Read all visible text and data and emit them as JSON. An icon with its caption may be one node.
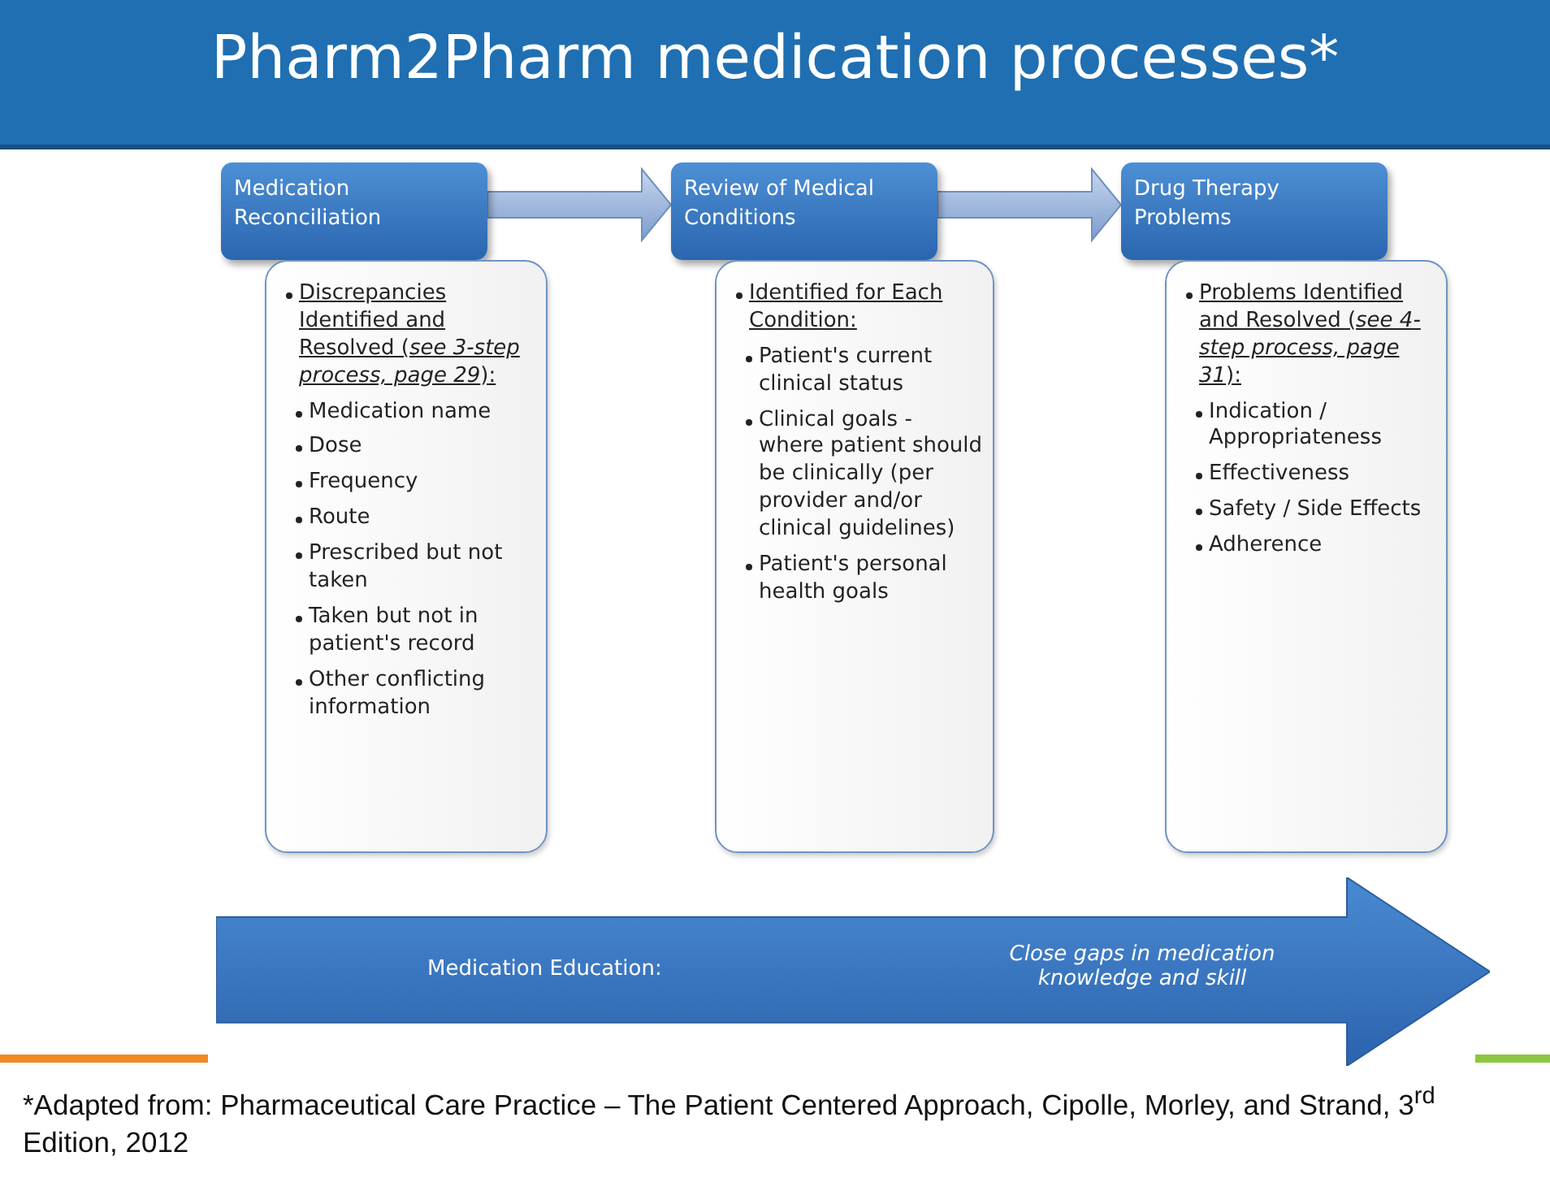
{
  "diagram": {
    "title": "Pharm2Pharm medication processes*",
    "caption": "*Adapted from:  Pharmaceutical Care Practice – The Patient Centered Approach, Cipolle, Morley, and Strand, 3$^{rd}$ Edition, 2012",
    "nodes": [
      {
        "text": [
          "Medication Reconciliation"
        ]
      },
      {
        "text": [
          "Discrepancies Identified and Resolved (*see 3-step process, page 29*):",
          "Medication name",
          "Dose",
          "Frequency",
          "Route",
          "Prescribed but not taken",
          "Taken but not in patient's record",
          "Other conflicting information"
        ]
      },
      {
        "text": [
          "Review of Medical Conditions"
        ]
      },
      {
        "text": [
          "Identified for Each Condition:",
          "Patient's current clinical status",
          "Clinical goals - where patient should be clinically (per provider and/or clinical guidelines)",
          "Patient's personal health goals"
        ]
      },
      {
        "text": [
          "Drug Therapy Problems"
        ]
      },
      {
        "text": [
          "Problems Identified and Resolved (*see 4-step process, page 31*):",
          "Indication / Appropriateness",
          "Effectiveness",
          "Safety / Side Effects",
          "Adherence"
        ]
      },
      {
        "text": [
          "Medication Education:",
          "Close gaps in medication knowledge and skill"
        ]
      }
    ],
    "edges": [
      {
        "from": 0,
        "to": 2,
        "arrow": "to"
      },
      {
        "from": 2,
        "to": 4,
        "arrow": "to"
      }
    ]
  }
}
